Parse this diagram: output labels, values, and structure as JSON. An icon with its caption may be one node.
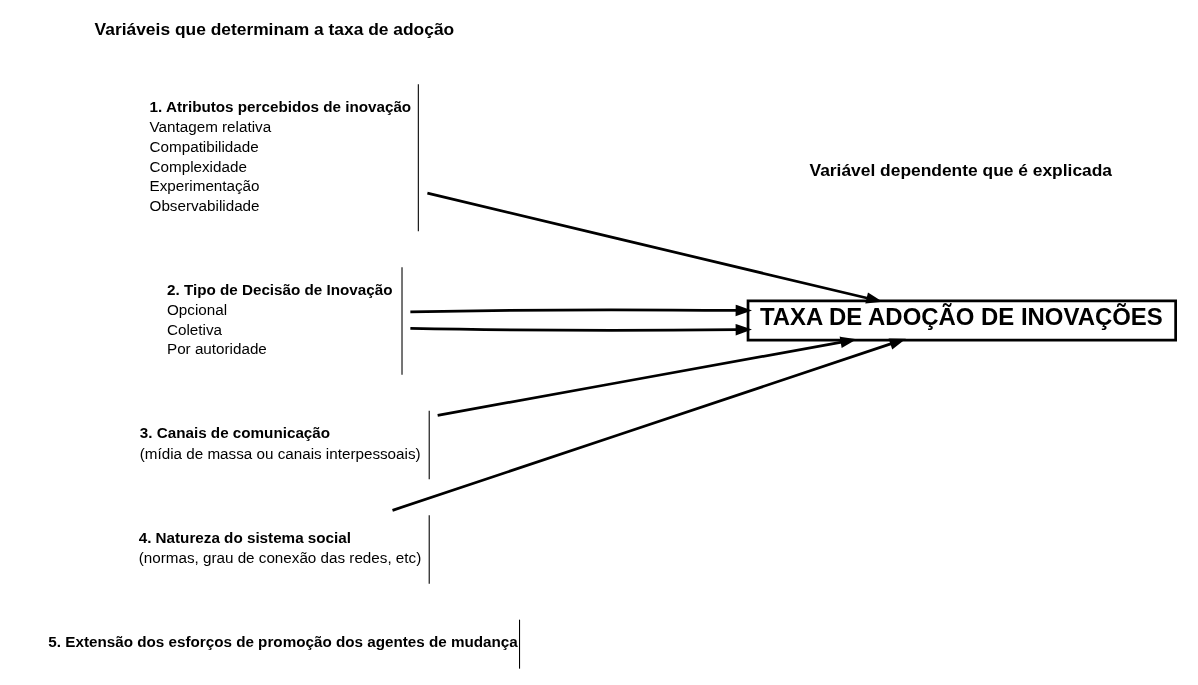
{
  "diagram": {
    "nodes": [
      {
        "text": [
          "1. Atributos percebidos de inovação",
          "Vantagem relativa",
          "Compatibilidade",
          "Complexidade",
          "Experimentação",
          "Observabilidade"
        ]
      },
      {
        "text": [
          "2. Tipo de Decisão de Inovação",
          "Opcional",
          "Coletiva",
          "Por autoridade"
        ]
      },
      {
        "text": [
          "3. Canais de comunicação",
          "(mídia de massa ou canais interpessoais)"
        ]
      },
      {
        "text": [
          "4. Natureza do sistema social",
          "(normas, grau de conexão das redes, etc)"
        ]
      },
      {
        "text": [
          "5. Extensão dos esforços de promoção dos agentes de mudança"
        ]
      },
      {
        "text": [
          "TAXA DE ADOÇÃO DE INOVAÇÕES"
        ]
      }
    ],
    "edges": [
      {
        "from": 0,
        "to": 5,
        "arrow": "to"
      },
      {
        "from": 1,
        "to": 5,
        "arrow": "to"
      },
      {
        "from": 1,
        "to": 5,
        "arrow": "to"
      },
      {
        "from": 2,
        "to": 5,
        "arrow": "to"
      },
      {
        "from": 3,
        "to": 5,
        "arrow": "to"
      }
    ],
    "labels": [
      "Variáveis que determinam a taxa de adoção",
      "Variável dependente que é explicada"
    ]
  }
}
